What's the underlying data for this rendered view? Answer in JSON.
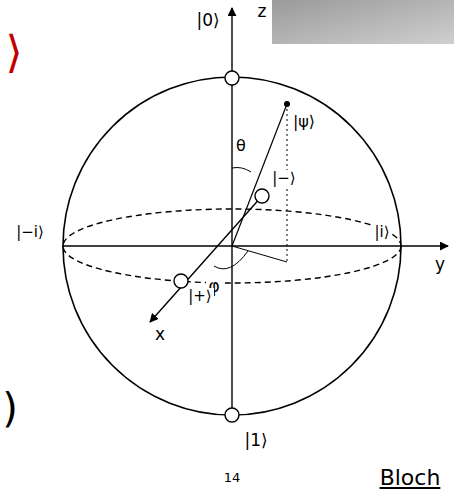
{
  "diagram": {
    "labels": [
      "⟩",
      "|0⟩",
      "z",
      "θ",
      "|ψ⟩",
      "|−⟩",
      "|−i⟩",
      "|i⟩",
      "y",
      "φ",
      "|+⟩",
      "x",
      ")",
      "|1⟩",
      "14",
      "Bloch"
    ]
  }
}
